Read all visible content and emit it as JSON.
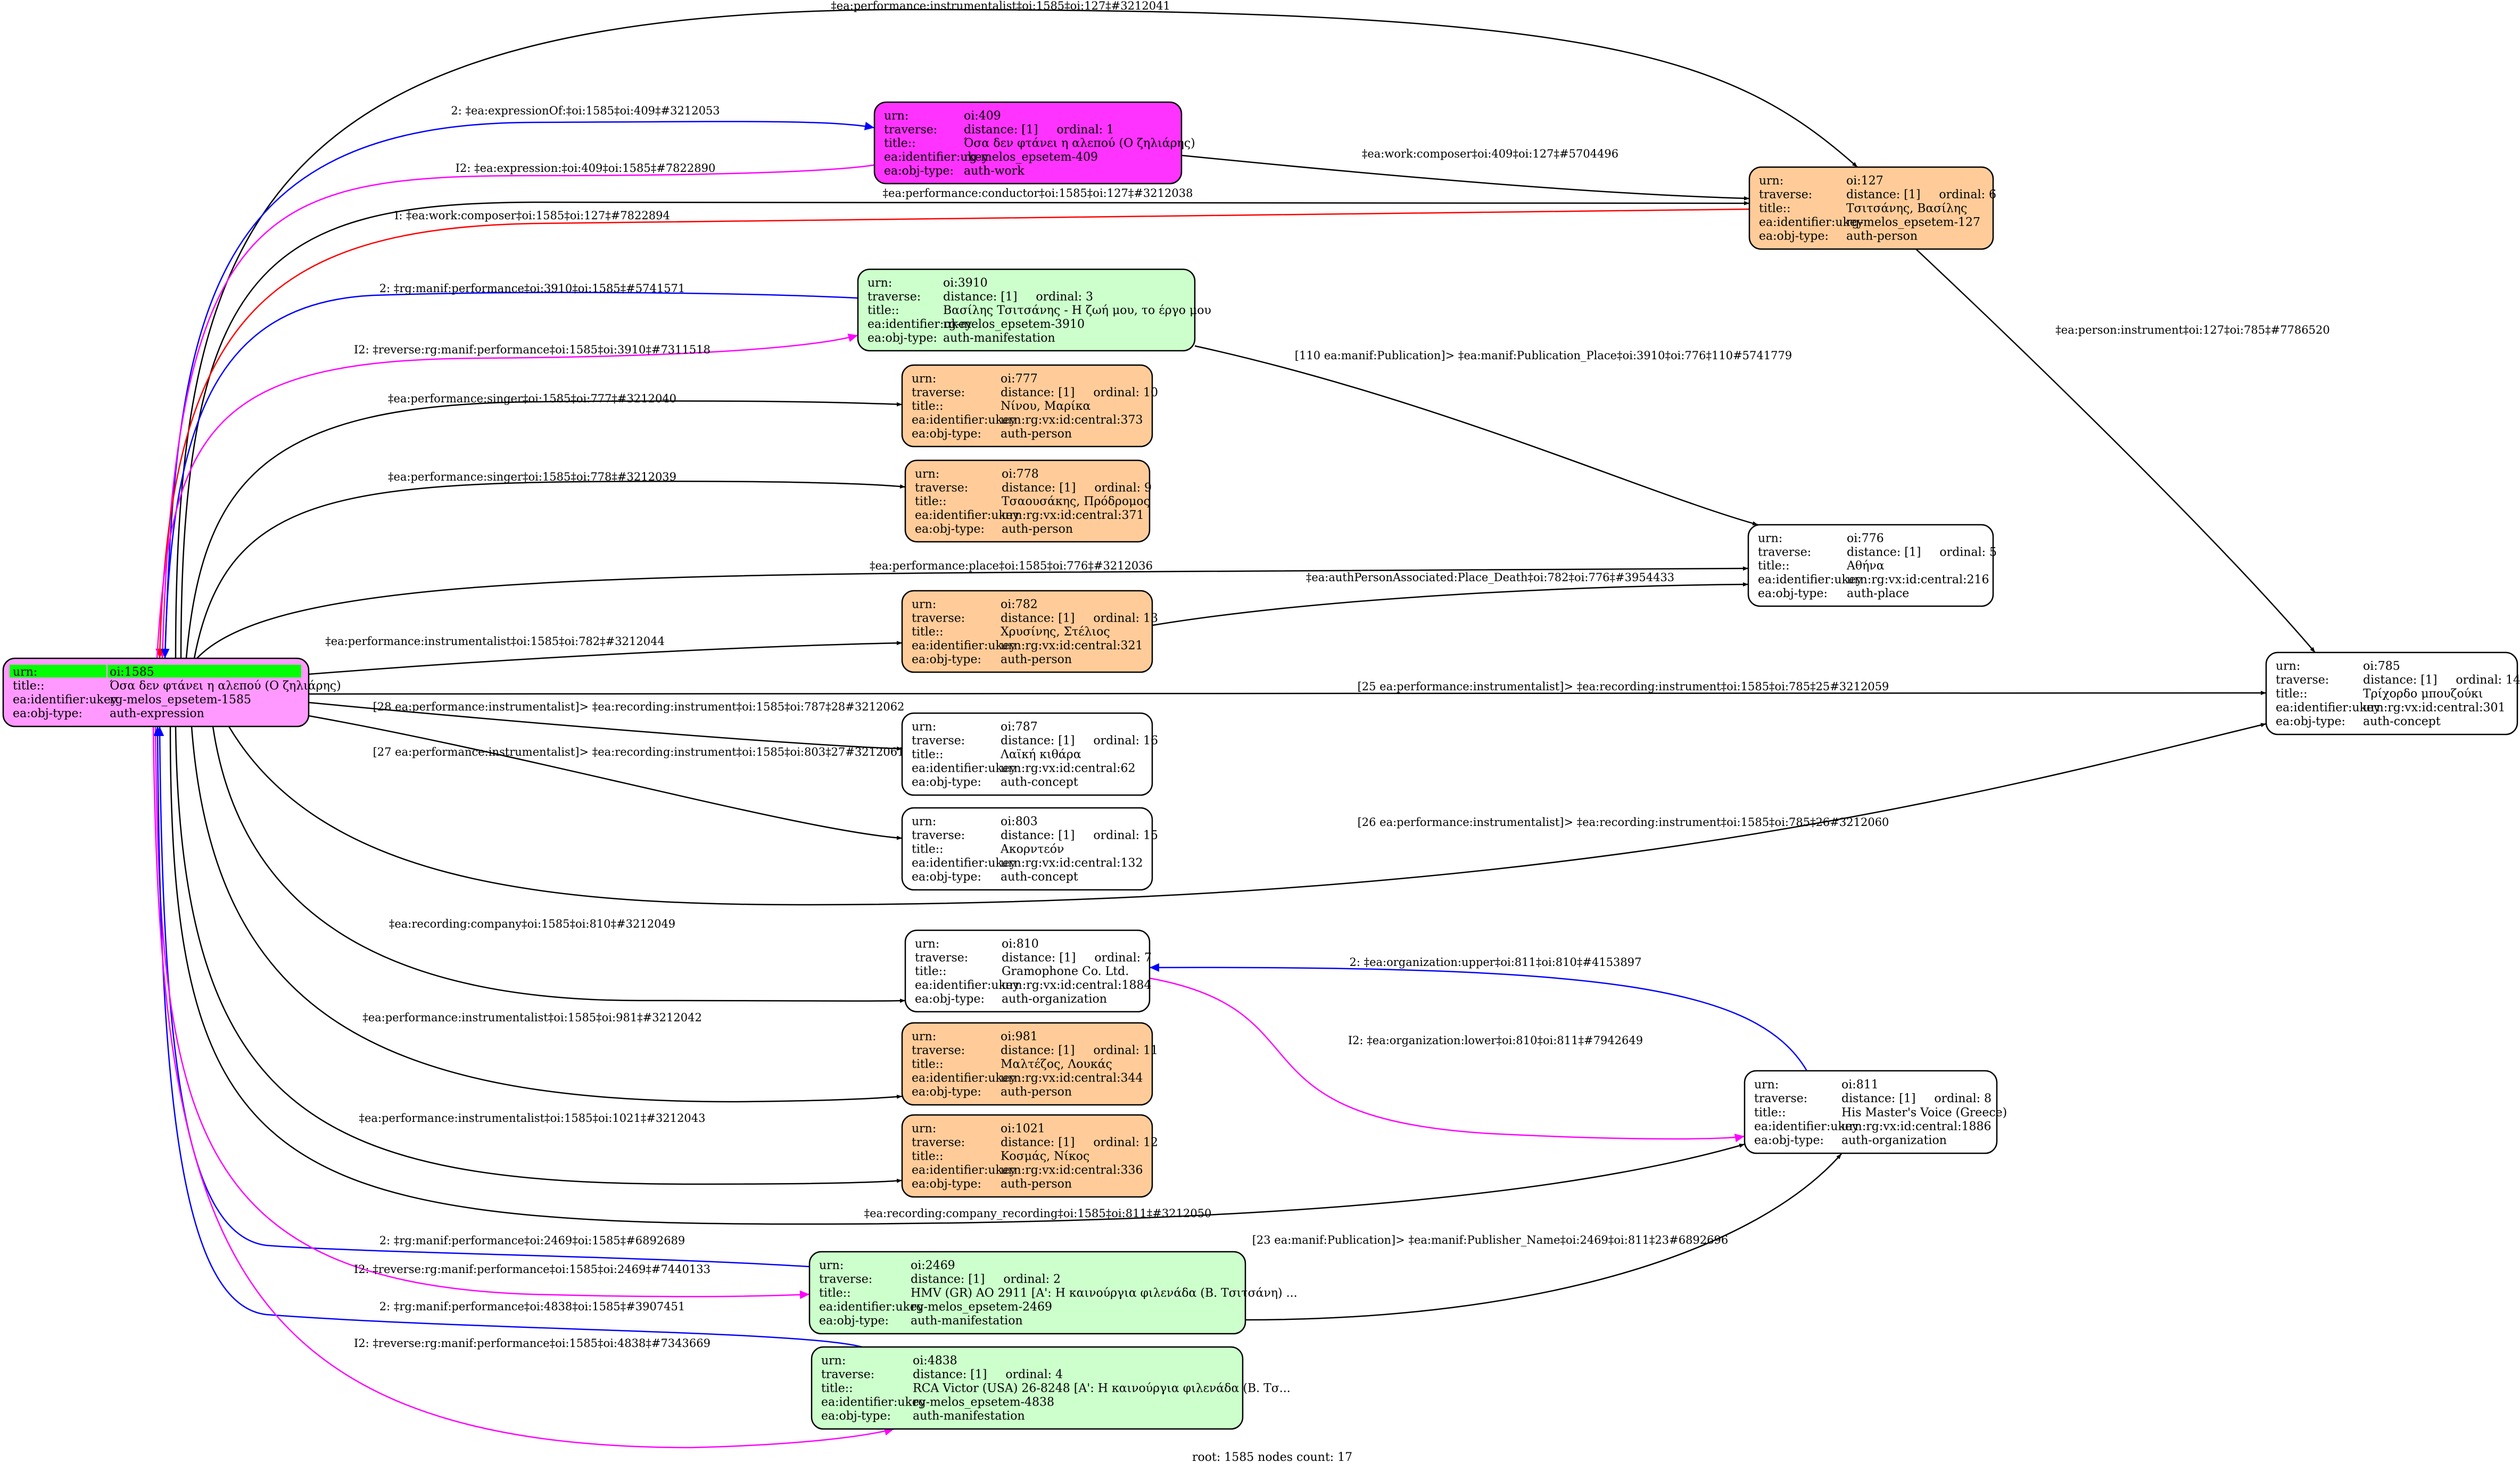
{
  "graph": {
    "footer": "root: 1585 nodes count: 17",
    "field_labels": {
      "urn": "urn:",
      "traverse": "traverse:",
      "title": "title::",
      "ukey": "ea:identifier:ukey",
      "objtype": "ea:obj-type:"
    },
    "colors": {
      "root_fill": "#ff99ff",
      "root_highlight": "#00ff00",
      "work_fill": "#ff33ff",
      "person_fill": "#ffcc99",
      "manifestation_fill": "#ccffcc",
      "plain_fill": "#ffffff",
      "edge_black": "#000000",
      "edge_blue": "#0000ff",
      "edge_magenta": "#ff00ff",
      "edge_red": "#ff0000"
    },
    "nodes": [
      {
        "id": "1585",
        "urn": "oi:1585",
        "traverse": null,
        "title": "Όσα δεν φτάνει η αλεπού (Ο ζηλιάρης)",
        "ukey": "rg-melos_epsetem-1585",
        "objtype": "auth-expression",
        "kind": "root"
      },
      {
        "id": "409",
        "urn": "oi:409",
        "traverse": "distance: [1]     ordinal: 1",
        "title": "Όσα δεν φτάνει η αλεπού (Ο ζηλιάρης)",
        "ukey": "rg-melos_epsetem-409",
        "objtype": "auth-work",
        "kind": "work"
      },
      {
        "id": "127",
        "urn": "oi:127",
        "traverse": "distance: [1]     ordinal: 6",
        "title": "Τσιτσάνης, Βασίλης",
        "ukey": "rg-melos_epsetem-127",
        "objtype": "auth-person",
        "kind": "person"
      },
      {
        "id": "3910",
        "urn": "oi:3910",
        "traverse": "distance: [1]     ordinal: 3",
        "title": "Βασίλης Τσιτσάνης - Η ζωή μου, το έργο μου",
        "ukey": "rg-melos_epsetem-3910",
        "objtype": "auth-manifestation",
        "kind": "manifestation"
      },
      {
        "id": "777",
        "urn": "oi:777",
        "traverse": "distance: [1]     ordinal: 10",
        "title": "Νίνου, Μαρίκα",
        "ukey": "urn:rg:vx:id:central:373",
        "objtype": "auth-person",
        "kind": "person"
      },
      {
        "id": "778",
        "urn": "oi:778",
        "traverse": "distance: [1]     ordinal: 9",
        "title": "Τσαουσάκης, Πρόδρομος",
        "ukey": "urn:rg:vx:id:central:371",
        "objtype": "auth-person",
        "kind": "person"
      },
      {
        "id": "776",
        "urn": "oi:776",
        "traverse": "distance: [1]     ordinal: 5",
        "title": "Αθήνα",
        "ukey": "urn:rg:vx:id:central:216",
        "objtype": "auth-place",
        "kind": "plain"
      },
      {
        "id": "782",
        "urn": "oi:782",
        "traverse": "distance: [1]     ordinal: 13",
        "title": "Χρυσίνης, Στέλιος",
        "ukey": "urn:rg:vx:id:central:321",
        "objtype": "auth-person",
        "kind": "person"
      },
      {
        "id": "785",
        "urn": "oi:785",
        "traverse": "distance: [1]     ordinal: 14",
        "title": "Τρίχορδο μπουζούκι",
        "ukey": "urn:rg:vx:id:central:301",
        "objtype": "auth-concept",
        "kind": "plain"
      },
      {
        "id": "787",
        "urn": "oi:787",
        "traverse": "distance: [1]     ordinal: 16",
        "title": "Λαϊκή κιθάρα",
        "ukey": "urn:rg:vx:id:central:62",
        "objtype": "auth-concept",
        "kind": "plain"
      },
      {
        "id": "803",
        "urn": "oi:803",
        "traverse": "distance: [1]     ordinal: 15",
        "title": "Ακορντεόν",
        "ukey": "urn:rg:vx:id:central:132",
        "objtype": "auth-concept",
        "kind": "plain"
      },
      {
        "id": "810",
        "urn": "oi:810",
        "traverse": "distance: [1]     ordinal: 7",
        "title": "Gramophone Co. Ltd.",
        "ukey": "urn:rg:vx:id:central:1884",
        "objtype": "auth-organization",
        "kind": "plain"
      },
      {
        "id": "981",
        "urn": "oi:981",
        "traverse": "distance: [1]     ordinal: 11",
        "title": "Μαλτέζος, Λουκάς",
        "ukey": "urn:rg:vx:id:central:344",
        "objtype": "auth-person",
        "kind": "person"
      },
      {
        "id": "1021",
        "urn": "oi:1021",
        "traverse": "distance: [1]     ordinal: 12",
        "title": "Κοσμάς, Νίκος",
        "ukey": "urn:rg:vx:id:central:336",
        "objtype": "auth-person",
        "kind": "person"
      },
      {
        "id": "811",
        "urn": "oi:811",
        "traverse": "distance: [1]     ordinal: 8",
        "title": "His Master's Voice (Greece)",
        "ukey": "urn:rg:vx:id:central:1886",
        "objtype": "auth-organization",
        "kind": "plain"
      },
      {
        "id": "2469",
        "urn": "oi:2469",
        "traverse": "distance: [1]     ordinal: 2",
        "title": "HMV (GR) AO 2911 [A': Η καινούργια φιλενάδα (Β. Τσιτσάνη) ...",
        "ukey": "rg-melos_epsetem-2469",
        "objtype": "auth-manifestation",
        "kind": "manifestation"
      },
      {
        "id": "4838",
        "urn": "oi:4838",
        "traverse": "distance: [1]     ordinal: 4",
        "title": "RCA Victor (USA) 26-8248 [A': Η καινούργια φιλενάδα (Β. Τσ...",
        "ukey": "rg-melos_epsetem-4838",
        "objtype": "auth-manifestation",
        "kind": "manifestation"
      }
    ],
    "edges": [
      {
        "from": "1585",
        "to": "127",
        "color": "black",
        "label": "‡ea:performance:instrumentalist‡oi:1585‡oi:127‡#3212041"
      },
      {
        "from": "1585",
        "to": "409",
        "color": "blue",
        "label": "2: ‡ea:expressionOf:‡oi:1585‡oi:409‡#3212053"
      },
      {
        "from": "409",
        "to": "1585",
        "color": "magenta",
        "label": "I2: ‡ea:expression:‡oi:409‡oi:1585‡#7822890"
      },
      {
        "from": "409",
        "to": "127",
        "color": "black",
        "label": "‡ea:work:composer‡oi:409‡oi:127‡#5704496"
      },
      {
        "from": "1585",
        "to": "127",
        "color": "black",
        "label": "‡ea:performance:conductor‡oi:1585‡oi:127‡#3212038"
      },
      {
        "from": "127",
        "to": "1585",
        "color": "red",
        "label": "I: ‡ea:work:composer‡oi:1585‡oi:127‡#7822894"
      },
      {
        "from": "3910",
        "to": "1585",
        "color": "blue",
        "label": "2: ‡rg:manif:performance‡oi:3910‡oi:1585‡#5741571"
      },
      {
        "from": "1585",
        "to": "3910",
        "color": "magenta",
        "label": "I2: ‡reverse:rg:manif:performance‡oi:1585‡oi:3910‡#7311518"
      },
      {
        "from": "1585",
        "to": "777",
        "color": "black",
        "label": "‡ea:performance:singer‡oi:1585‡oi:777‡#3212040"
      },
      {
        "from": "1585",
        "to": "778",
        "color": "black",
        "label": "‡ea:performance:singer‡oi:1585‡oi:778‡#3212039"
      },
      {
        "from": "3910",
        "to": "776",
        "color": "black",
        "label": "[110 ea:manif:Publication]> ‡ea:manif:Publication_Place‡oi:3910‡oi:776‡110#5741779"
      },
      {
        "from": "127",
        "to": "785",
        "color": "black",
        "label": "‡ea:person:instrument‡oi:127‡oi:785‡#7786520"
      },
      {
        "from": "1585",
        "to": "776",
        "color": "black",
        "label": "‡ea:performance:place‡oi:1585‡oi:776‡#3212036"
      },
      {
        "from": "782",
        "to": "776",
        "color": "black",
        "label": "‡ea:authPersonAssociated:Place_Death‡oi:782‡oi:776‡#3954433"
      },
      {
        "from": "1585",
        "to": "782",
        "color": "black",
        "label": "‡ea:performance:instrumentalist‡oi:1585‡oi:782‡#3212044"
      },
      {
        "from": "1585",
        "to": "785",
        "color": "black",
        "label": "[25 ea:performance:instrumentalist]> ‡ea:recording:instrument‡oi:1585‡oi:785‡25#3212059"
      },
      {
        "from": "1585",
        "to": "787",
        "color": "black",
        "label": "[28 ea:performance:instrumentalist]> ‡ea:recording:instrument‡oi:1585‡oi:787‡28#3212062"
      },
      {
        "from": "1585",
        "to": "803",
        "color": "black",
        "label": "[27 ea:performance:instrumentalist]> ‡ea:recording:instrument‡oi:1585‡oi:803‡27#3212061"
      },
      {
        "from": "1585",
        "to": "785",
        "color": "black",
        "label": "[26 ea:performance:instrumentalist]> ‡ea:recording:instrument‡oi:1585‡oi:785‡26#3212060"
      },
      {
        "from": "1585",
        "to": "810",
        "color": "black",
        "label": "‡ea:recording:company‡oi:1585‡oi:810‡#3212049"
      },
      {
        "from": "811",
        "to": "810",
        "color": "blue",
        "label": "2: ‡ea:organization:upper‡oi:811‡oi:810‡#4153897"
      },
      {
        "from": "810",
        "to": "811",
        "color": "magenta",
        "label": "I2: ‡ea:organization:lower‡oi:810‡oi:811‡#7942649"
      },
      {
        "from": "1585",
        "to": "981",
        "color": "black",
        "label": "‡ea:performance:instrumentalist‡oi:1585‡oi:981‡#3212042"
      },
      {
        "from": "1585",
        "to": "1021",
        "color": "black",
        "label": "‡ea:performance:instrumentalist‡oi:1585‡oi:1021‡#3212043"
      },
      {
        "from": "1585",
        "to": "811",
        "color": "black",
        "label": "‡ea:recording:company_recording‡oi:1585‡oi:811‡#3212050"
      },
      {
        "from": "2469",
        "to": "811",
        "color": "black",
        "label": "[23 ea:manif:Publication]> ‡ea:manif:Publisher_Name‡oi:2469‡oi:811‡23#6892696"
      },
      {
        "from": "2469",
        "to": "1585",
        "color": "blue",
        "label": "2: ‡rg:manif:performance‡oi:2469‡oi:1585‡#6892689"
      },
      {
        "from": "1585",
        "to": "2469",
        "color": "magenta",
        "label": "I2: ‡reverse:rg:manif:performance‡oi:1585‡oi:2469‡#7440133"
      },
      {
        "from": "4838",
        "to": "1585",
        "color": "blue",
        "label": "2: ‡rg:manif:performance‡oi:4838‡oi:1585‡#3907451"
      },
      {
        "from": "1585",
        "to": "4838",
        "color": "magenta",
        "label": "I2: ‡reverse:rg:manif:performance‡oi:1585‡oi:4838‡#7343669"
      }
    ]
  }
}
